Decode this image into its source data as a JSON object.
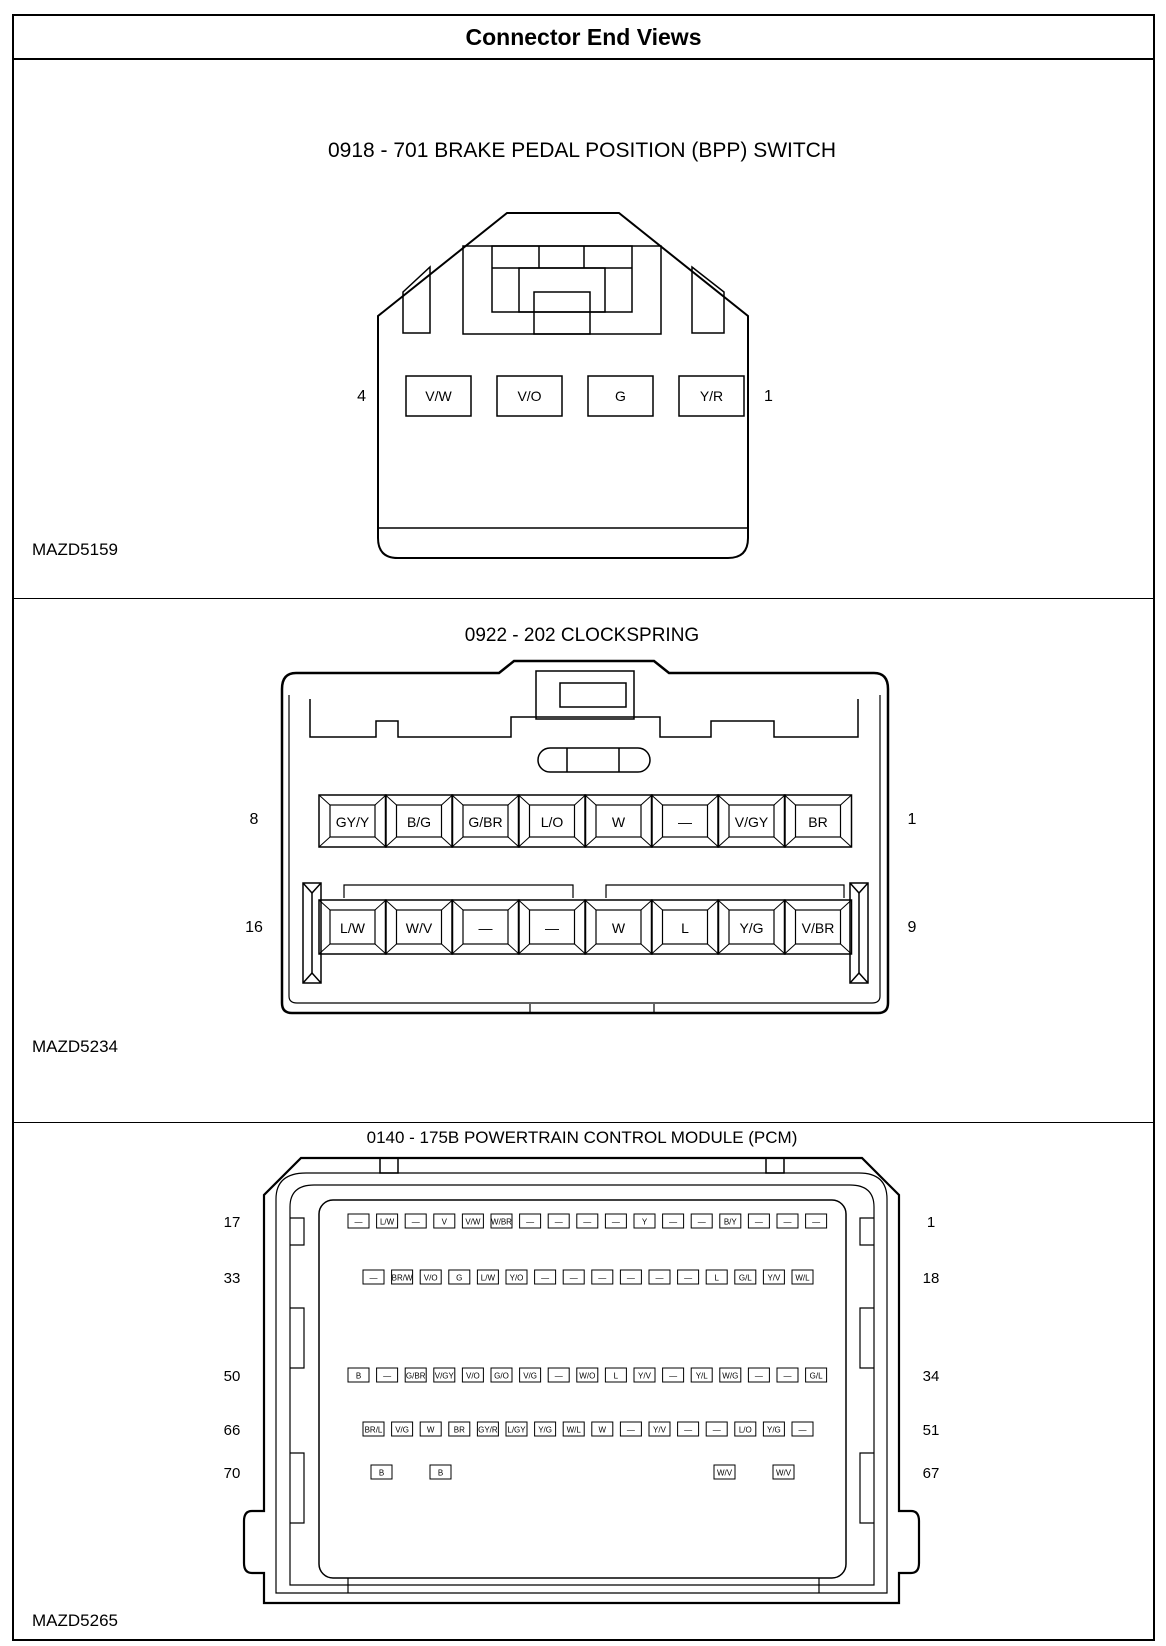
{
  "header": {
    "title": "Connector End Views"
  },
  "connectors": [
    {
      "title": "0918 - 701 BRAKE PEDAL POSITION (BPP) SWITCH",
      "ref": "MAZD5159",
      "left_pin": "4",
      "right_pin": "1",
      "pins": [
        "V/W",
        "V/O",
        "G",
        "Y/R"
      ]
    },
    {
      "title": "0922 - 202 CLOCKSPRING",
      "ref": "MAZD5234",
      "row1": {
        "left_pin": "8",
        "right_pin": "1",
        "pins": [
          "GY/Y",
          "B/G",
          "G/BR",
          "L/O",
          "W",
          "—",
          "V/GY",
          "BR"
        ]
      },
      "row2": {
        "left_pin": "16",
        "right_pin": "9",
        "pins": [
          "L/W",
          "W/V",
          "—",
          "—",
          "W",
          "L",
          "Y/G",
          "V/BR"
        ]
      }
    },
    {
      "title": "0140 - 175B POWERTRAIN CONTROL MODULE (PCM)",
      "ref": "MAZD5265",
      "rows": [
        {
          "left_pin": "17",
          "right_pin": "1",
          "pins": [
            "—",
            "L/W",
            "—",
            "V",
            "V/W",
            "W/BR",
            "—",
            "—",
            "—",
            "—",
            "Y",
            "—",
            "—",
            "B/Y",
            "—",
            "—",
            "—"
          ]
        },
        {
          "left_pin": "33",
          "right_pin": "18",
          "pins": [
            "—",
            "BR/W",
            "V/O",
            "G",
            "L/W",
            "Y/O",
            "—",
            "—",
            "—",
            "—",
            "—",
            "—",
            "L",
            "G/L",
            "Y/V",
            "W/L"
          ]
        },
        {
          "left_pin": "50",
          "right_pin": "34",
          "pins": [
            "B",
            "—",
            "G/BR",
            "V/GY",
            "V/O",
            "G/O",
            "V/G",
            "—",
            "W/O",
            "L",
            "Y/V",
            "—",
            "Y/L",
            "W/G",
            "—",
            "—",
            "G/L"
          ]
        },
        {
          "left_pin": "66",
          "right_pin": "51",
          "pins": [
            "BR/L",
            "V/G",
            "W",
            "BR",
            "GY/R",
            "L/GY",
            "Y/G",
            "W/L",
            "W",
            "—",
            "Y/V",
            "—",
            "—",
            "L/O",
            "Y/G",
            "—"
          ]
        },
        {
          "left_pin": "70",
          "right_pin": "67",
          "pins": [
            "B",
            "B",
            "W/V",
            "W/V"
          ]
        }
      ]
    }
  ]
}
